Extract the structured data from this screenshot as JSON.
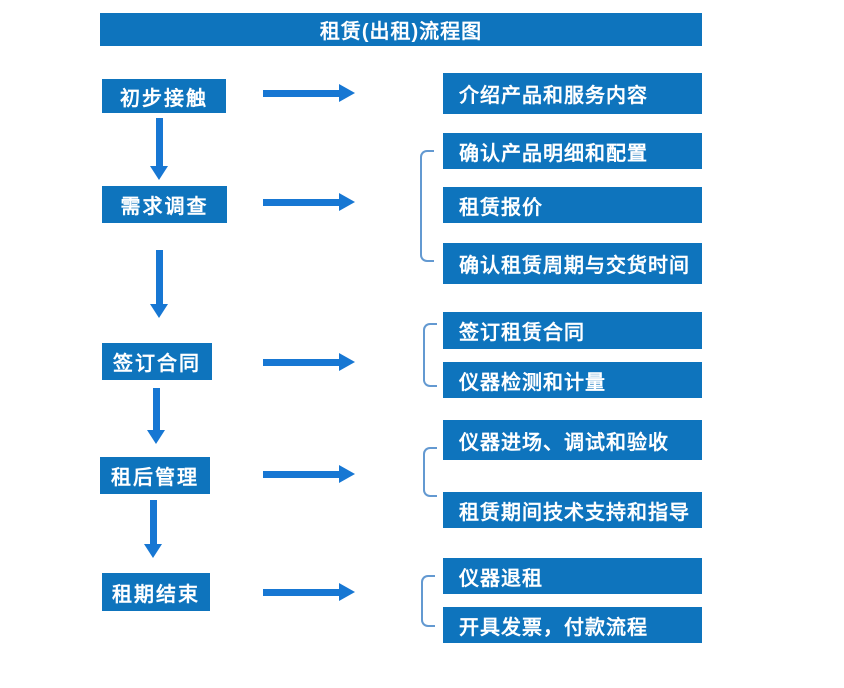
{
  "title": "租赁(出租)流程图",
  "colors": {
    "box-blue": "#0E74BD",
    "arrow-blue": "#1777D3",
    "bracket-blue": "#6399D1",
    "text-white": "#FFFFFF",
    "page-bg": "#FFFFFF"
  },
  "left_steps": [
    {
      "label": "初步接触"
    },
    {
      "label": "需求调查"
    },
    {
      "label": "签订合同"
    },
    {
      "label": "租后管理"
    },
    {
      "label": "租期结束"
    }
  ],
  "right_items": [
    {
      "label": "介绍产品和服务内容"
    },
    {
      "label": "确认产品明细和配置"
    },
    {
      "label": "租赁报价"
    },
    {
      "label": "确认租赁周期与交货时间"
    },
    {
      "label": "签订租赁合同"
    },
    {
      "label": "仪器检测和计量"
    },
    {
      "label": "仪器进场、调试和验收"
    },
    {
      "label": "租赁期间技术支持和指导"
    },
    {
      "label": "仪器退租"
    },
    {
      "label": "开具发票，付款流程"
    }
  ]
}
